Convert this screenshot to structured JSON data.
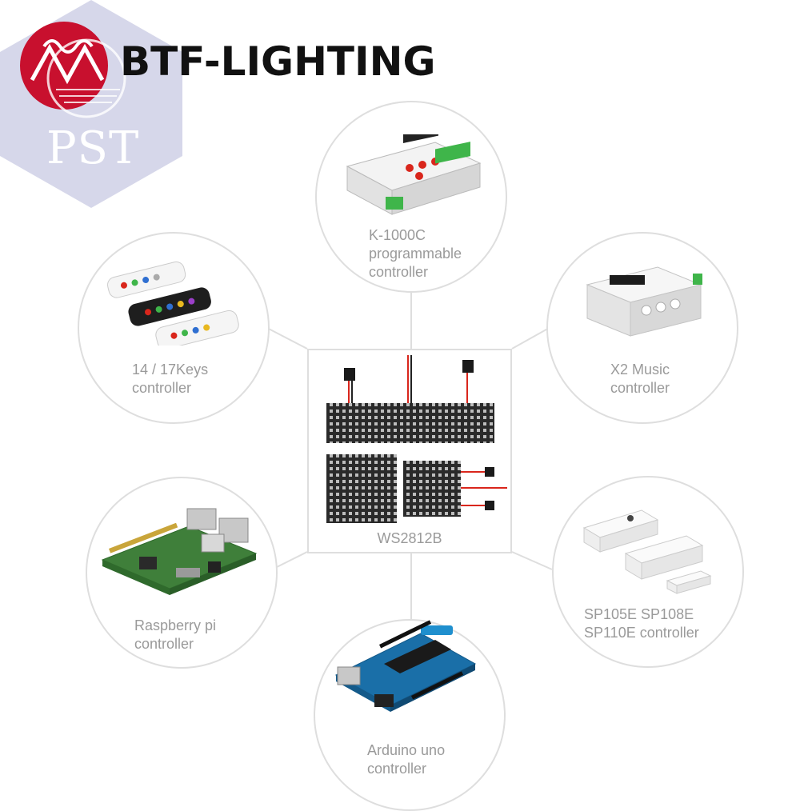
{
  "brand": {
    "name": "BTF-LIGHTING"
  },
  "watermark": {
    "text": "PST",
    "badge": "logo-emblem-icon"
  },
  "center": {
    "label": "WS2812B"
  },
  "nodes": [
    {
      "id": "k1000c",
      "lines": [
        "K-1000C",
        "programmable",
        "controller"
      ]
    },
    {
      "id": "remote",
      "lines": [
        "14 / 17Keys",
        "controller"
      ]
    },
    {
      "id": "x2music",
      "lines": [
        "X2 Music",
        "controller"
      ]
    },
    {
      "id": "raspberry",
      "lines": [
        "Raspberry pi",
        "controller"
      ]
    },
    {
      "id": "sp105e",
      "lines": [
        "SP105E SP108E",
        "SP110E controller"
      ]
    },
    {
      "id": "arduino",
      "lines": [
        "Arduino uno",
        "controller"
      ]
    }
  ],
  "colors": {
    "circle_border": "#dedede",
    "label_gray": "#9a9a9a",
    "watermark_bg": "#cfd0e6",
    "emblem_red": "#c8102e",
    "pcb_green": "#3f7f3a",
    "arduino_blue": "#1a6fa8"
  }
}
